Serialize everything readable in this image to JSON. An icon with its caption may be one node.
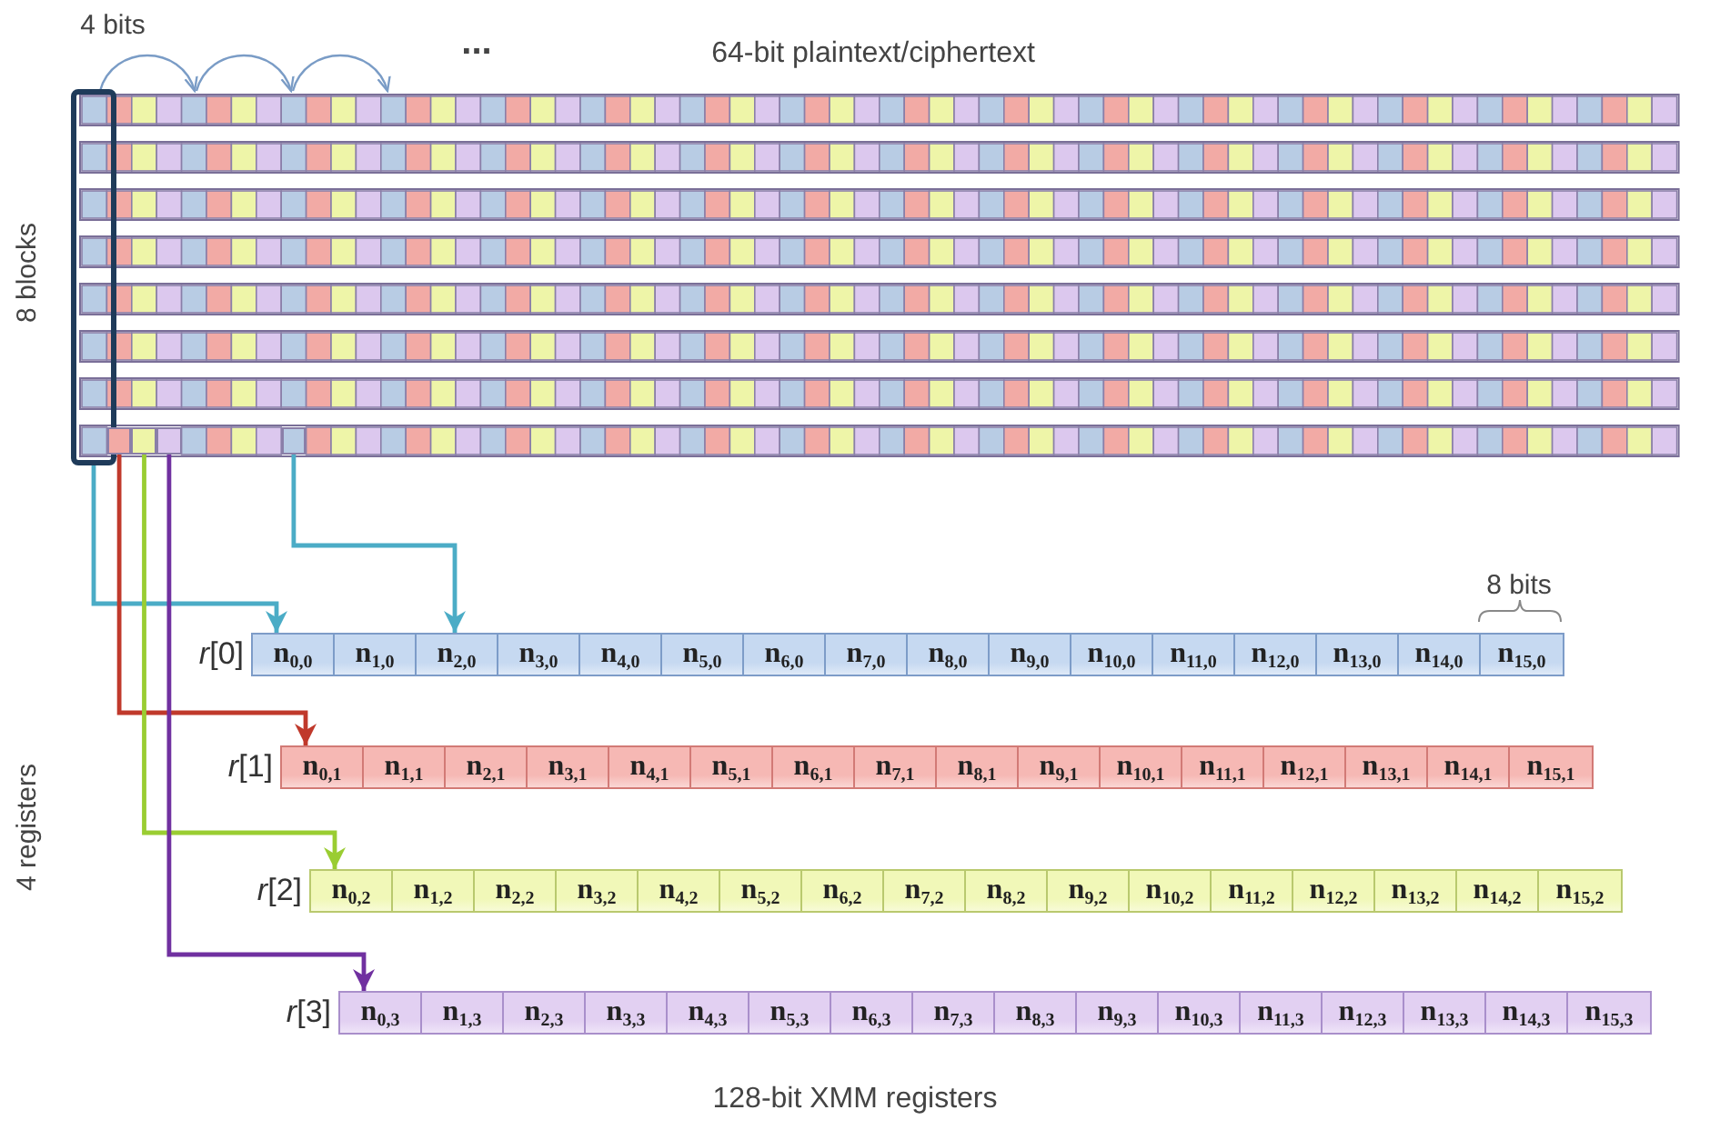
{
  "diagram": {
    "nodes": [
      {
        "text": [],
        "shape": "box"
      },
      {
        "text": [],
        "shape": "box"
      },
      {
        "text": [],
        "shape": "box"
      },
      {
        "text": [],
        "shape": "box"
      },
      {
        "text": [],
        "shape": "box"
      },
      {
        "text": [
          "*r*[0]"
        ]
      },
      {
        "text": [
          "n$_{0,0}$"
        ],
        "in": 5
      },
      {
        "text": [
          "n$_{1,0}$"
        ],
        "in": 5
      },
      {
        "text": [
          "n$_{2,0}$"
        ],
        "in": 5
      },
      {
        "text": [
          "n$_{3,0}$"
        ],
        "in": 5
      },
      {
        "text": [
          "n$_{4,0}$"
        ],
        "in": 5
      },
      {
        "text": [
          "n$_{5,0}$"
        ],
        "in": 5
      },
      {
        "text": [
          "n$_{6,0}$"
        ],
        "in": 5
      },
      {
        "text": [
          "n$_{7,0}$"
        ],
        "in": 5
      },
      {
        "text": [
          "n$_{8,0}$"
        ],
        "in": 5
      },
      {
        "text": [
          "n$_{9,0}$"
        ],
        "in": 5
      },
      {
        "text": [
          "n$_{10,0}$"
        ],
        "in": 5
      },
      {
        "text": [
          "n$_{11,0}$"
        ],
        "in": 5
      },
      {
        "text": [
          "n$_{12,0}$"
        ],
        "in": 5
      },
      {
        "text": [
          "n$_{13,0}$"
        ],
        "in": 5
      },
      {
        "text": [
          "n$_{14,0}$"
        ],
        "in": 5
      },
      {
        "text": [
          "n$_{15,0}$"
        ],
        "in": 5
      },
      {
        "text": [
          "*r*[1]"
        ]
      },
      {
        "text": [
          "n$_{0,1}$"
        ],
        "in": 22
      },
      {
        "text": [
          "n$_{1,1}$"
        ],
        "in": 22
      },
      {
        "text": [
          "n$_{2,1}$"
        ],
        "in": 22
      },
      {
        "text": [
          "n$_{3,1}$"
        ],
        "in": 22
      },
      {
        "text": [
          "n$_{4,1}$"
        ],
        "in": 22
      },
      {
        "text": [
          "n$_{5,1}$"
        ],
        "in": 22
      },
      {
        "text": [
          "n$_{6,1}$"
        ],
        "in": 22
      },
      {
        "text": [
          "n$_{7,1}$"
        ],
        "in": 22
      },
      {
        "text": [
          "n$_{8,1}$"
        ],
        "in": 22
      },
      {
        "text": [
          "n$_{9,1}$"
        ],
        "in": 22
      },
      {
        "text": [
          "n$_{10,1}$"
        ],
        "in": 22
      },
      {
        "text": [
          "n$_{11,1}$"
        ],
        "in": 22
      },
      {
        "text": [
          "n$_{12,1}$"
        ],
        "in": 22
      },
      {
        "text": [
          "n$_{13,1}$"
        ],
        "in": 22
      },
      {
        "text": [
          "n$_{14,1}$"
        ],
        "in": 22
      },
      {
        "text": [
          "n$_{15,1}$"
        ],
        "in": 22
      },
      {
        "text": [
          "*r*[2]"
        ]
      },
      {
        "text": [
          "n$_{0,2}$"
        ],
        "in": 39
      },
      {
        "text": [
          "n$_{1,2}$"
        ],
        "in": 39
      },
      {
        "text": [
          "n$_{2,2}$"
        ],
        "in": 39
      },
      {
        "text": [
          "n$_{3,2}$"
        ],
        "in": 39
      },
      {
        "text": [
          "n$_{4,2}$"
        ],
        "in": 39
      },
      {
        "text": [
          "n$_{5,2}$"
        ],
        "in": 39
      },
      {
        "text": [
          "n$_{6,2}$"
        ],
        "in": 39
      },
      {
        "text": [
          "n$_{7,2}$"
        ],
        "in": 39
      },
      {
        "text": [
          "n$_{8,2}$"
        ],
        "in": 39
      },
      {
        "text": [
          "n$_{9,2}$"
        ],
        "in": 39
      },
      {
        "text": [
          "n$_{10,2}$"
        ],
        "in": 39
      },
      {
        "text": [
          "n$_{11,2}$"
        ],
        "in": 39
      },
      {
        "text": [
          "n$_{12,2}$"
        ],
        "in": 39
      },
      {
        "text": [
          "n$_{13,2}$"
        ],
        "in": 39
      },
      {
        "text": [
          "n$_{14,2}$"
        ],
        "in": 39
      },
      {
        "text": [
          "n$_{15,2}$"
        ],
        "in": 39
      },
      {
        "text": [
          "*r*[3]"
        ]
      },
      {
        "text": [
          "n$_{0,3}$"
        ],
        "in": 56
      },
      {
        "text": [
          "n$_{1,3}$"
        ],
        "in": 56
      },
      {
        "text": [
          "n$_{2,3}$"
        ],
        "in": 56
      },
      {
        "text": [
          "n$_{3,3}$"
        ],
        "in": 56
      },
      {
        "text": [
          "n$_{4,3}$"
        ],
        "in": 56
      },
      {
        "text": [
          "n$_{5,3}$"
        ],
        "in": 56
      },
      {
        "text": [
          "n$_{6,3}$"
        ],
        "in": 56
      },
      {
        "text": [
          "n$_{7,3}$"
        ],
        "in": 56
      },
      {
        "text": [
          "n$_{8,3}$"
        ],
        "in": 56
      },
      {
        "text": [
          "n$_{9,3}$"
        ],
        "in": 56
      },
      {
        "text": [
          "n$_{10,3}$"
        ],
        "in": 56
      },
      {
        "text": [
          "n$_{11,3}$"
        ],
        "in": 56
      },
      {
        "text": [
          "n$_{12,3}$"
        ],
        "in": 56
      },
      {
        "text": [
          "n$_{13,3}$"
        ],
        "in": 56
      },
      {
        "text": [
          "n$_{14,3}$"
        ],
        "in": 56
      },
      {
        "text": [
          "n$_{15,3}$"
        ],
        "in": 56
      }
    ],
    "edges": [
      {
        "from": 0,
        "to": 6,
        "arrow": "to",
        "color": "#4bacc6"
      },
      {
        "from": 1,
        "to": 23,
        "arrow": "to",
        "color": "#c0392b"
      },
      {
        "from": 2,
        "to": 40,
        "arrow": "to",
        "color": "#9acd32"
      },
      {
        "from": 3,
        "to": 57,
        "arrow": "to",
        "color": "#7030a0"
      },
      {
        "from": 4,
        "to": 8,
        "arrow": "to",
        "color": "#4bacc6"
      }
    ],
    "labels": [
      "4 bits",
      "...",
      "64-bit plaintext/ciphertext",
      "8 blocks",
      "8 bits",
      "4 registers",
      "128-bit XMM registers"
    ]
  }
}
